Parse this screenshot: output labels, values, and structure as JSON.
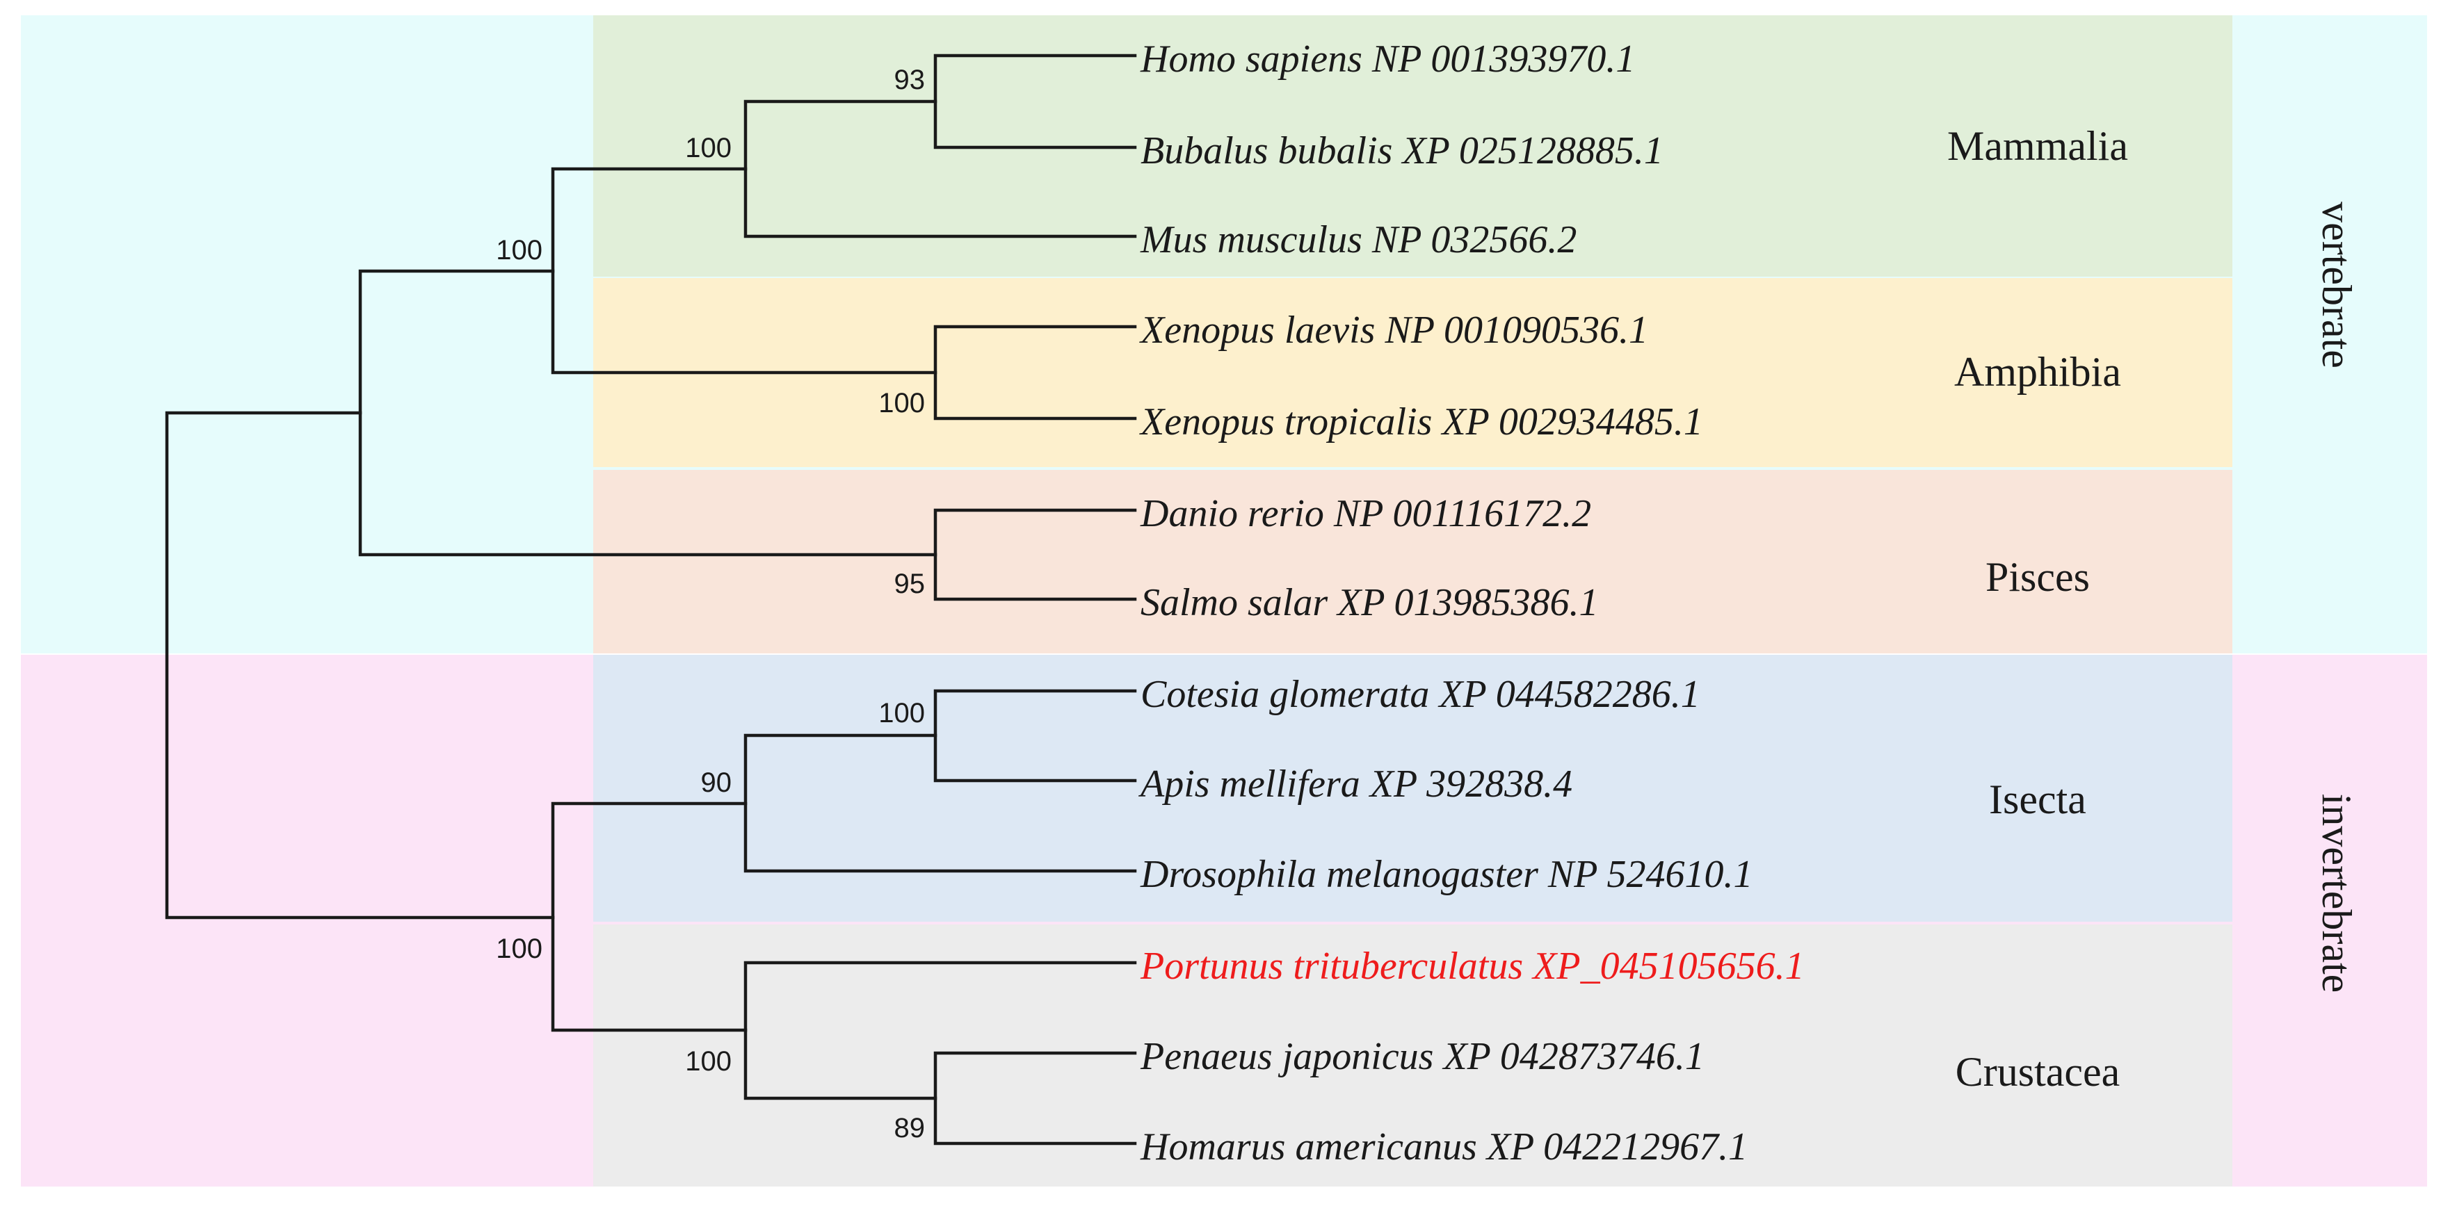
{
  "tree": {
    "groups": [
      {
        "label": "vertebrate",
        "color": "#e6fcfc"
      },
      {
        "label": "invertebrate",
        "color": "#fce4f7"
      }
    ],
    "clades": [
      {
        "label": "Mammalia",
        "color": "#e1efd9"
      },
      {
        "label": "Amphibia",
        "color": "#fdf0cd"
      },
      {
        "label": "Pisces",
        "color": "#f9e5da"
      },
      {
        "label": "Isecta",
        "color": "#dde8f4"
      },
      {
        "label": "Crustacea",
        "color": "#ececec"
      }
    ],
    "leaves": [
      {
        "label": "Homo sapiens NP 001393970.1"
      },
      {
        "label": "Bubalus bubalis XP 025128885.1"
      },
      {
        "label": "Mus musculus NP 032566.2"
      },
      {
        "label": "Xenopus laevis NP 001090536.1"
      },
      {
        "label": "Xenopus tropicalis XP 002934485.1"
      },
      {
        "label": "Danio rerio  NP 001116172.2"
      },
      {
        "label": "Salmo salar XP 013985386.1"
      },
      {
        "label": "Cotesia glomerata XP 044582286.1"
      },
      {
        "label": "Apis mellifera XP 392838.4"
      },
      {
        "label": "Drosophila melanogaster NP 524610.1"
      },
      {
        "label": "Portunus trituberculatus XP_045105656.1",
        "highlight": true,
        "highlight_color": "#ee1c1c"
      },
      {
        "label": "Penaeus japonicus XP 042873746.1"
      },
      {
        "label": "Homarus americanus XP 042212967.1"
      }
    ],
    "support": [
      "93",
      "100",
      "100",
      "100",
      "95",
      "100",
      "90",
      "100",
      "100",
      "89"
    ]
  }
}
